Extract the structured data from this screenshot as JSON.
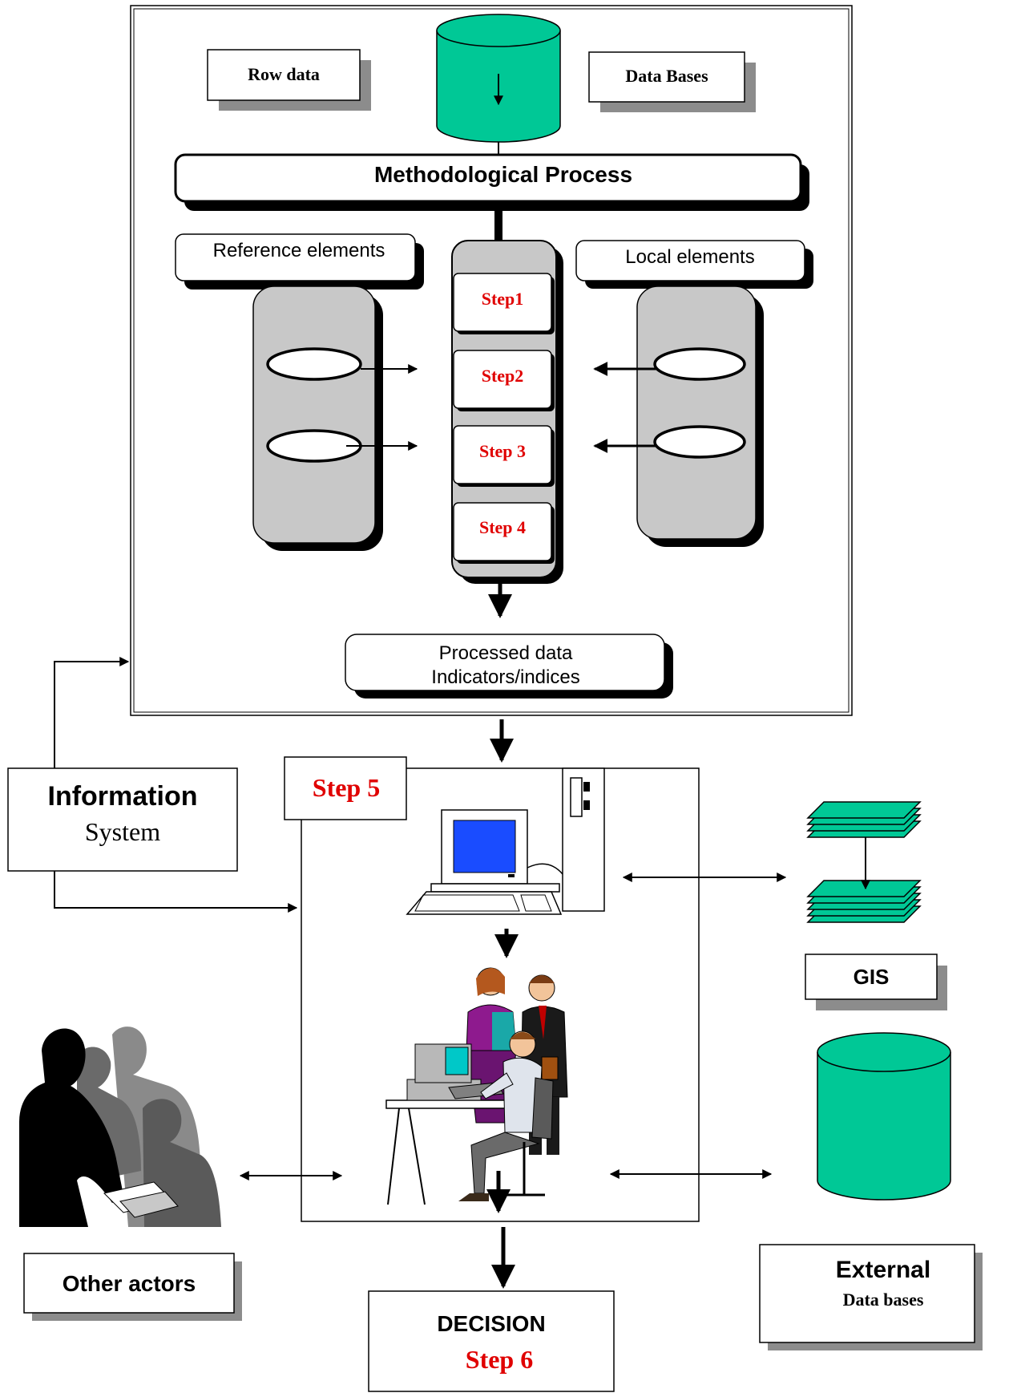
{
  "boxes": {
    "row_data": "Row data",
    "data_bases": "Data Bases",
    "methodological_process": "Methodological Process",
    "reference_elements": "Reference elements",
    "local_elements": "Local elements",
    "processed_data_line1": "Processed data",
    "processed_data_line2": "Indicators/indices",
    "information": "Information",
    "system": "System",
    "gis": "GIS",
    "other_actors": "Other actors",
    "external": "External",
    "external_sub": "Data bases",
    "decision": "DECISION"
  },
  "steps": {
    "step1": "Step1",
    "step2": "Step2",
    "step3": "Step 3",
    "step4": "Step 4",
    "step5": "Step 5",
    "step6": "Step 6"
  },
  "colors": {
    "teal": "#00c896",
    "step_red": "#e00000",
    "grey_fill": "#c8c8c8",
    "shadow": "#8c8c8c",
    "monitor_blue": "#1a4cff"
  }
}
